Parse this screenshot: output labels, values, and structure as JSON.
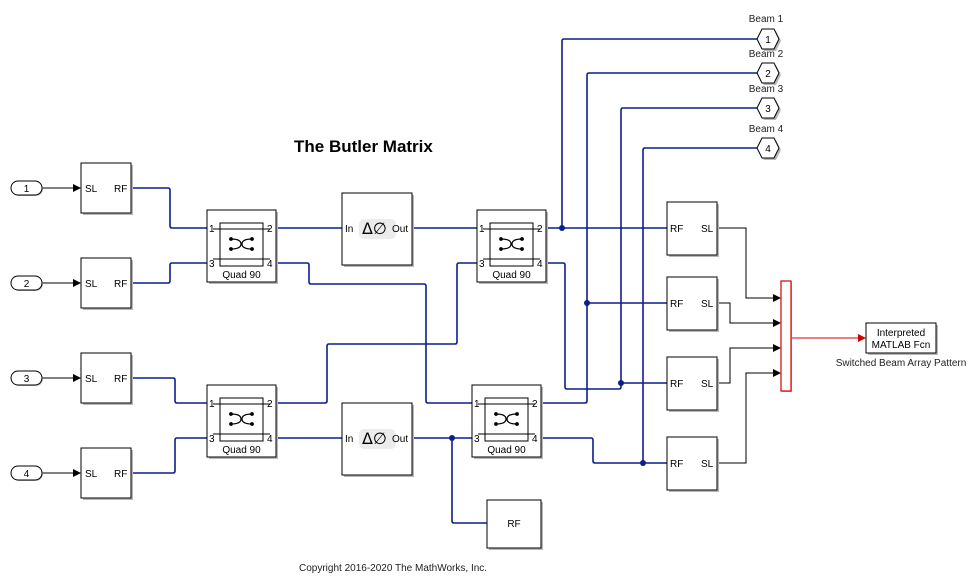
{
  "title": "The Butler Matrix",
  "copyright": "Copyright 2016-2020 The MathWorks, Inc.",
  "inports": [
    "1",
    "2",
    "3",
    "4"
  ],
  "converters_in": {
    "in_label": "SL",
    "out_label": "RF",
    "count": 4
  },
  "couplers": {
    "label": "Quad 90",
    "ports": [
      "1",
      "2",
      "3",
      "4"
    ],
    "count": 4
  },
  "phase_shifters": {
    "in_label": "In",
    "out_label": "Out",
    "symbol": "Δ∅",
    "count": 2
  },
  "terminator": {
    "label": "RF"
  },
  "converters_out": {
    "in_label": "RF",
    "out_label": "SL",
    "count": 4
  },
  "goto_tags": [
    {
      "number": "1",
      "label": "Beam 1"
    },
    {
      "number": "2",
      "label": "Beam 2"
    },
    {
      "number": "3",
      "label": "Beam 3"
    },
    {
      "number": "4",
      "label": "Beam 4"
    }
  ],
  "mux": {
    "inputs": 4
  },
  "matlab_fcn": {
    "line1": "Interpreted",
    "line2": "MATLAB Fcn",
    "caption": "Switched Beam Array Pattern"
  },
  "colors": {
    "rf_wire": "#0b1f8c",
    "signal_wire": "#000000",
    "mux_border": "#d40000"
  }
}
